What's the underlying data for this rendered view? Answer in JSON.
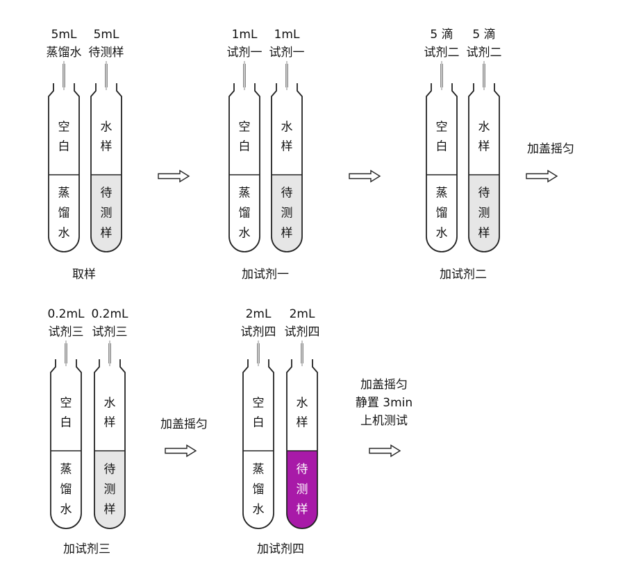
{
  "colors": {
    "outline": "#222222",
    "sample_fill": "#e6e6e6",
    "reagent4_fill": "#a81aa8",
    "reagent4_text": "#ffffff",
    "pipette": "#8a8a8a"
  },
  "steps": [
    {
      "caption": "取样",
      "tubes": [
        {
          "add_amount": "5mL",
          "add_name": "蒸馏水",
          "top_label": [
            "空",
            "白"
          ],
          "bottom_label": [
            "蒸",
            "馏",
            "水"
          ],
          "bottom_fill": "none"
        },
        {
          "add_amount": "5mL",
          "add_name": "待测样",
          "top_label": [
            "水",
            "样"
          ],
          "bottom_label": [
            "待",
            "测",
            "样"
          ],
          "bottom_fill": "sample"
        }
      ]
    },
    {
      "caption": "加试剂一",
      "tubes": [
        {
          "add_amount": "1mL",
          "add_name": "试剂一",
          "top_label": [
            "空",
            "白"
          ],
          "bottom_label": [
            "蒸",
            "馏",
            "水"
          ],
          "bottom_fill": "none"
        },
        {
          "add_amount": "1mL",
          "add_name": "试剂一",
          "top_label": [
            "水",
            "样"
          ],
          "bottom_label": [
            "待",
            "测",
            "样"
          ],
          "bottom_fill": "sample"
        }
      ]
    },
    {
      "caption": "加试剂二",
      "tubes": [
        {
          "add_amount": "5 滴",
          "add_name": "试剂二",
          "top_label": [
            "空",
            "白"
          ],
          "bottom_label": [
            "蒸",
            "馏",
            "水"
          ],
          "bottom_fill": "none"
        },
        {
          "add_amount": "5 滴",
          "add_name": "试剂二",
          "top_label": [
            "水",
            "样"
          ],
          "bottom_label": [
            "待",
            "测",
            "样"
          ],
          "bottom_fill": "sample"
        }
      ]
    },
    {
      "caption": "加试剂三",
      "tubes": [
        {
          "add_amount": "0.2mL",
          "add_name": "试剂三",
          "top_label": [
            "空",
            "白"
          ],
          "bottom_label": [
            "蒸",
            "馏",
            "水"
          ],
          "bottom_fill": "none"
        },
        {
          "add_amount": "0.2mL",
          "add_name": "试剂三",
          "top_label": [
            "水",
            "样"
          ],
          "bottom_label": [
            "待",
            "测",
            "样"
          ],
          "bottom_fill": "sample"
        }
      ]
    },
    {
      "caption": "加试剂四",
      "tubes": [
        {
          "add_amount": "2mL",
          "add_name": "试剂四",
          "top_label": [
            "空",
            "白"
          ],
          "bottom_label": [
            "蒸",
            "馏",
            "水"
          ],
          "bottom_fill": "none"
        },
        {
          "add_amount": "2mL",
          "add_name": "试剂四",
          "top_label": [
            "水",
            "样"
          ],
          "bottom_label": [
            "待",
            "测",
            "样"
          ],
          "bottom_fill": "reagent4"
        }
      ]
    }
  ],
  "arrows": [
    {
      "lines": []
    },
    {
      "lines": []
    },
    {
      "lines": [
        "加盖摇匀"
      ]
    },
    {
      "lines": [
        "加盖摇匀"
      ]
    },
    {
      "lines": [
        "加盖摇匀",
        "静置 3min",
        "上机测试"
      ]
    }
  ]
}
